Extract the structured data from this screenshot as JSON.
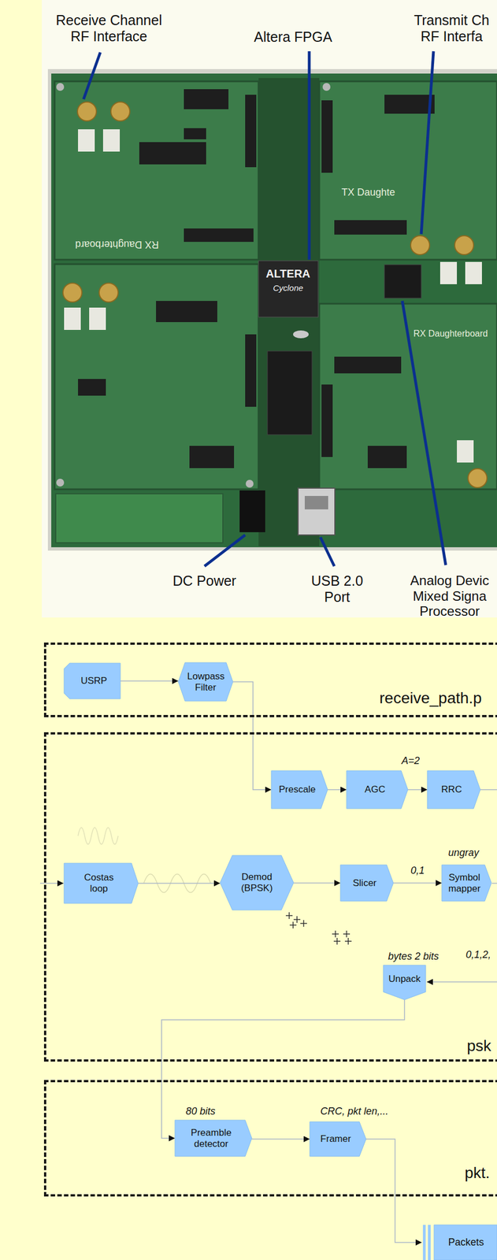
{
  "diagram": {
    "nodes": [
      {
        "text": [
          "receive_path.p"
        ]
      },
      {
        "text": [
          "USRP"
        ],
        "in": 0
      },
      {
        "text": [
          "Lowpass Filter"
        ],
        "in": 0
      },
      {
        "text": [
          "psk"
        ]
      },
      {
        "text": [
          "Prescale"
        ],
        "in": 3
      },
      {
        "text": [
          "AGC"
        ],
        "in": 3
      },
      {
        "text": [
          "RRC"
        ],
        "in": 3
      },
      {
        "text": [
          "Costas loop"
        ],
        "in": 3
      },
      {
        "text": [
          "Demod (BPSK)"
        ],
        "in": 3
      },
      {
        "text": [
          "Slicer"
        ],
        "in": 3
      },
      {
        "text": [
          "Symbol mapper"
        ],
        "in": 3
      },
      {
        "text": [
          "Unpack"
        ],
        "in": 3
      },
      {
        "text": [
          "pkt."
        ]
      },
      {
        "text": [
          "Preamble detector"
        ],
        "in": 12
      },
      {
        "text": [
          "Framer"
        ],
        "in": 12
      },
      {
        "text": [
          "Packets"
        ]
      }
    ],
    "edges": [
      {
        "from": 1,
        "to": 2,
        "arrow": "to"
      },
      {
        "from": 2,
        "to": 4,
        "arrow": "to"
      },
      {
        "from": 4,
        "to": 5,
        "arrow": "to"
      },
      {
        "from": 5,
        "to": 6,
        "arrow": "to"
      },
      {
        "from": 7,
        "to": 8,
        "arrow": "to"
      },
      {
        "from": 8,
        "to": 9,
        "arrow": "to"
      },
      {
        "from": 9,
        "to": 10,
        "label": "0,1",
        "arrow": "to"
      },
      {
        "from": 11,
        "to": 13,
        "arrow": "to"
      },
      {
        "from": 13,
        "to": 14,
        "arrow": "to"
      },
      {
        "from": 14,
        "to": 15,
        "arrow": "to"
      }
    ],
    "labels": [
      "Receive Channel RF Interface",
      "Altera FPGA",
      "Transmit Ch RF Interfa",
      "ALTERA",
      "Cyclone",
      "RX Daughterboard",
      "TX Daughte",
      "RX Daughterboard",
      "DC Power",
      "USB 2.0 Port",
      "Analog Devic Mixed Signa Processor",
      "A=2",
      "ungray",
      "0,1,2,",
      "bytes 2 bits",
      "80 bits",
      "CRC, pkt len,..."
    ]
  }
}
